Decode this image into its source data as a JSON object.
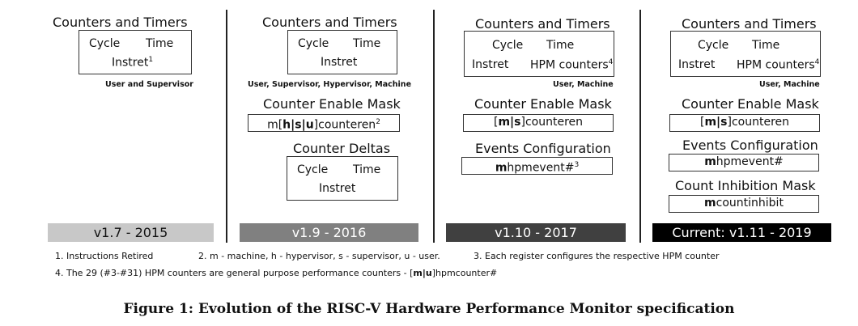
{
  "columns": [
    {
      "title": "Counters and Timers",
      "cycle": "Cycle",
      "time": "Time",
      "instret": "Instret",
      "instret_sup": "1",
      "privileges": "User and Supervisor",
      "version": "v1.7 - 2015",
      "version_bg": "#c8c8c8",
      "version_fg": "#111111"
    },
    {
      "title": "Counters and Timers",
      "cycle": "Cycle",
      "time": "Time",
      "instret": "Instret",
      "privileges": "User, Supervisor, Hypervisor, Machine",
      "enable_title": "Counter Enable Mask",
      "enable_reg": {
        "pre": "m[",
        "bold": "h|s|u",
        "post": "]counteren",
        "sup": "2"
      },
      "deltas_title": "Counter Deltas",
      "deltas_cycle": "Cycle",
      "deltas_time": "Time",
      "deltas_instret": "Instret",
      "version": "v1.9 - 2016",
      "version_bg": "#808080",
      "version_fg": "#ffffff"
    },
    {
      "title": "Counters and Timers",
      "cycle": "Cycle",
      "time": "Time",
      "instret": "Instret",
      "hpm": "HPM counters",
      "hpm_sup": "4",
      "privileges": "User, Machine",
      "enable_title": "Counter Enable Mask",
      "enable_reg": {
        "pre": "[",
        "bold": "m|s",
        "post": "]counteren"
      },
      "events_title": "Events Configuration",
      "events_reg": {
        "bold": "m",
        "post": "hpmevent#",
        "sup": "3"
      },
      "version": "v1.10 - 2017",
      "version_bg": "#404040",
      "version_fg": "#ffffff"
    },
    {
      "title": "Counters and Timers",
      "cycle": "Cycle",
      "time": "Time",
      "instret": "Instret",
      "hpm": "HPM counters",
      "hpm_sup": "4",
      "privileges": "User, Machine",
      "enable_title": "Counter Enable Mask",
      "enable_reg": {
        "pre": "[",
        "bold": "m|s",
        "post": "]counteren"
      },
      "events_title": "Events Configuration",
      "events_reg": {
        "bold": "m",
        "post": "hpmevent#"
      },
      "inhibit_title": "Count Inhibition Mask",
      "inhibit_reg": {
        "bold": "m",
        "post": "countinhibit"
      },
      "version": "Current: v1.11 - 2019",
      "version_bg": "#000000",
      "version_fg": "#ffffff"
    }
  ],
  "footnotes": {
    "n1": "1. Instructions Retired",
    "n2": "2. m - machine, h - hypervisor, s - supervisor, u - user.",
    "n3": "3. Each register configures the respective HPM counter",
    "n4_pre": "4. The 29 (#3-#31) HPM counters are general purpose performance counters - [",
    "n4_bold": "m|u",
    "n4_post": "]hpmcounter#"
  },
  "caption": "Figure 1: Evolution of the RISC-V Hardware Performance Monitor specification"
}
